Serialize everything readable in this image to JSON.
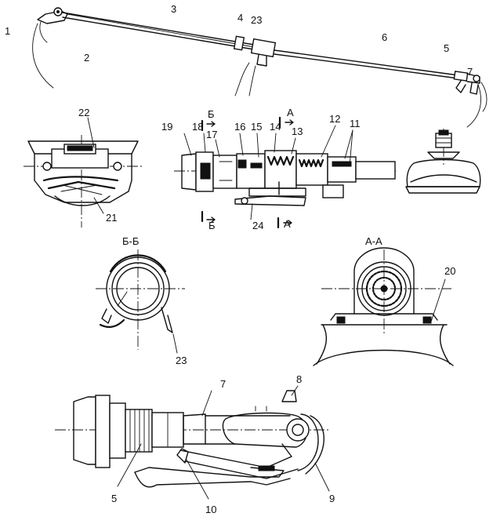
{
  "labels": {
    "l1": "1",
    "l2": "2",
    "l3": "3",
    "l4": "4",
    "l23a": "23",
    "l6": "6",
    "l5a": "5",
    "l7a": "7",
    "l22": "22",
    "l21": "21",
    "l19": "19",
    "l18": "18",
    "l17": "17",
    "l16": "16",
    "l15": "15",
    "l14": "14",
    "l13": "13",
    "l12": "12",
    "l11": "11",
    "l24": "24",
    "lB1": "Б",
    "lA1": "А",
    "lB2": "Б",
    "lA2": "А",
    "lBB": "Б-Б",
    "lAA": "А-А",
    "l23b": "23",
    "l20": "20",
    "l7b": "7",
    "l8": "8",
    "l5b": "5",
    "l10": "10",
    "l9": "9"
  }
}
